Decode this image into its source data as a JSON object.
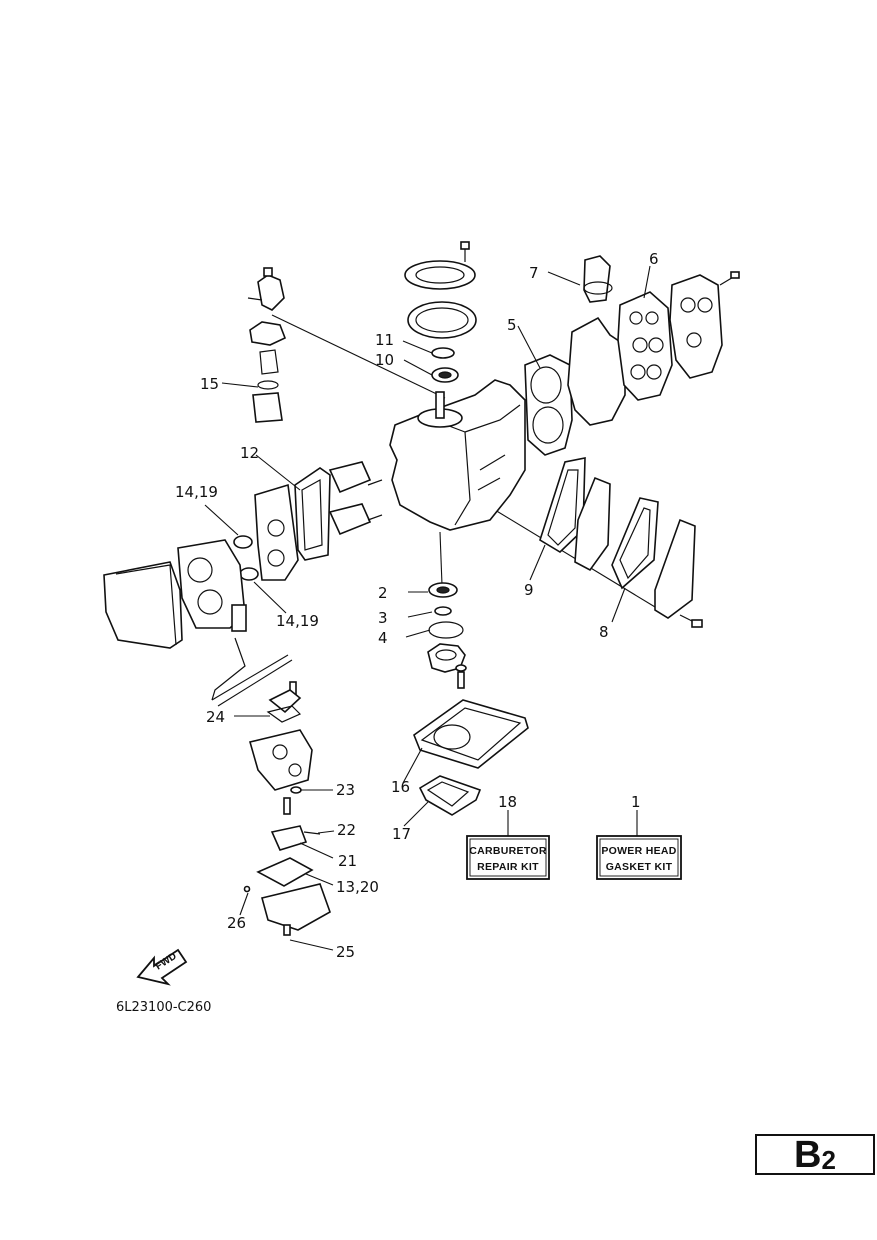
{
  "callouts": {
    "c1": "1",
    "c2": "2",
    "c3": "3",
    "c4": "4",
    "c5": "5",
    "c6": "6",
    "c7": "7",
    "c8": "8",
    "c9": "9",
    "c10": "10",
    "c11": "11",
    "c12": "12",
    "c13_20": "13,20",
    "c14_19_a": "14,19",
    "c14_19_b": "14,19",
    "c15": "15",
    "c16": "16",
    "c17": "17",
    "c18": "18",
    "c21": "21",
    "c22": "22",
    "c23": "23",
    "c24": "24",
    "c25": "25",
    "c26": "26"
  },
  "kits": {
    "carburetor_line1": "CARBURETOR",
    "carburetor_line2": "REPAIR KIT",
    "powerhead_line1": "POWER HEAD",
    "powerhead_line2": "GASKET KIT"
  },
  "fwd_label": "FWD",
  "drawing_code": "6L23100-C260",
  "page_badge": {
    "letter": "B",
    "number": "2"
  }
}
